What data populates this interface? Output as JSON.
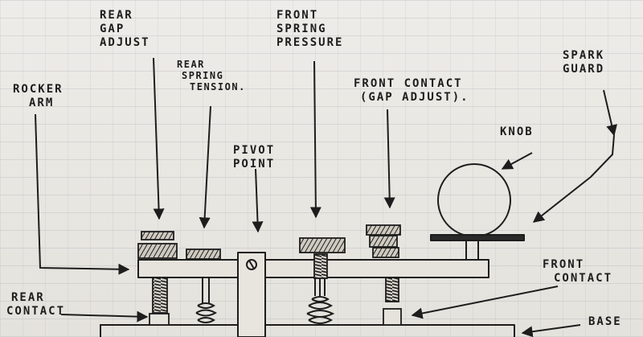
{
  "labels": {
    "rear_gap_adjust": [
      "REAR",
      "GAP",
      "ADJUST"
    ],
    "rear_spring_tension": [
      "REAR",
      "SPRING",
      "TENSION."
    ],
    "rocker_arm": [
      "ROCKER",
      "ARM"
    ],
    "front_spring_pressure": [
      "FRONT",
      "SPRING",
      "PRESSURE"
    ],
    "pivot_point": [
      "PIVOT",
      "POINT"
    ],
    "front_contact_gap": [
      "FRONT CONTACT",
      "(GAP ADJUST)."
    ],
    "spark_guard": [
      "SPARK",
      "GUARD"
    ],
    "knob": "KNOB",
    "front_contact": [
      "FRONT",
      "CONTACT"
    ],
    "rear_contact": [
      "REAR",
      "CONTACT"
    ],
    "base": "BASE"
  },
  "colors": {
    "ink": "#1d1d1d",
    "paper": "#eceae6"
  }
}
